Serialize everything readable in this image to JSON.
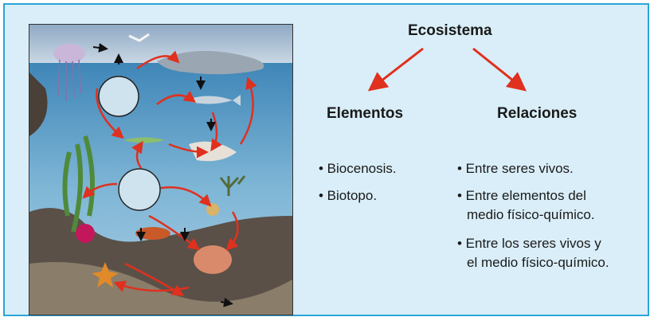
{
  "diagram": {
    "root": "Ecosistema",
    "branches": [
      {
        "label": "Elementos",
        "items": [
          "• Biocenosis.",
          "• Biotopo."
        ]
      },
      {
        "label": "Relaciones",
        "items": [
          "• Entre seres vivos.",
          "• Entre elementos del",
          "medio físico-químico.",
          "• Entre los seres vivos y",
          "el medio físico-químico."
        ]
      }
    ]
  },
  "colors": {
    "frame_border": "#2aa6d8",
    "background": "#d9eef8",
    "arrow": "#e0301e",
    "text": "#1a1a1a"
  },
  "illustration": {
    "subject": "marine-ecosystem-illustration"
  }
}
